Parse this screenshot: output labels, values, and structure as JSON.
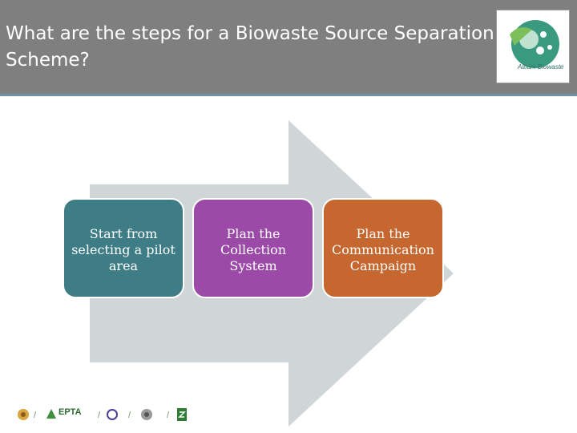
{
  "header": {
    "title": "What are the steps for a Biowaste Source Separation Scheme?"
  },
  "logo": {
    "icon": "biowaste-logo-icon",
    "text": "Albam Biowaste"
  },
  "steps": [
    {
      "label": "Start from selecting a pilot area",
      "color": "#3e7d85"
    },
    {
      "label": "Plan the Collection System",
      "color": "#9b4aa8"
    },
    {
      "label": "Plan the Communication Campaign",
      "color": "#c5672e"
    }
  ],
  "footer": {
    "logos": [
      "footer-logo-1-icon",
      "epta-logo-icon",
      "footer-logo-3-icon",
      "footer-logo-4-icon",
      "footer-logo-5-icon"
    ],
    "epta_label": "EPTA"
  }
}
